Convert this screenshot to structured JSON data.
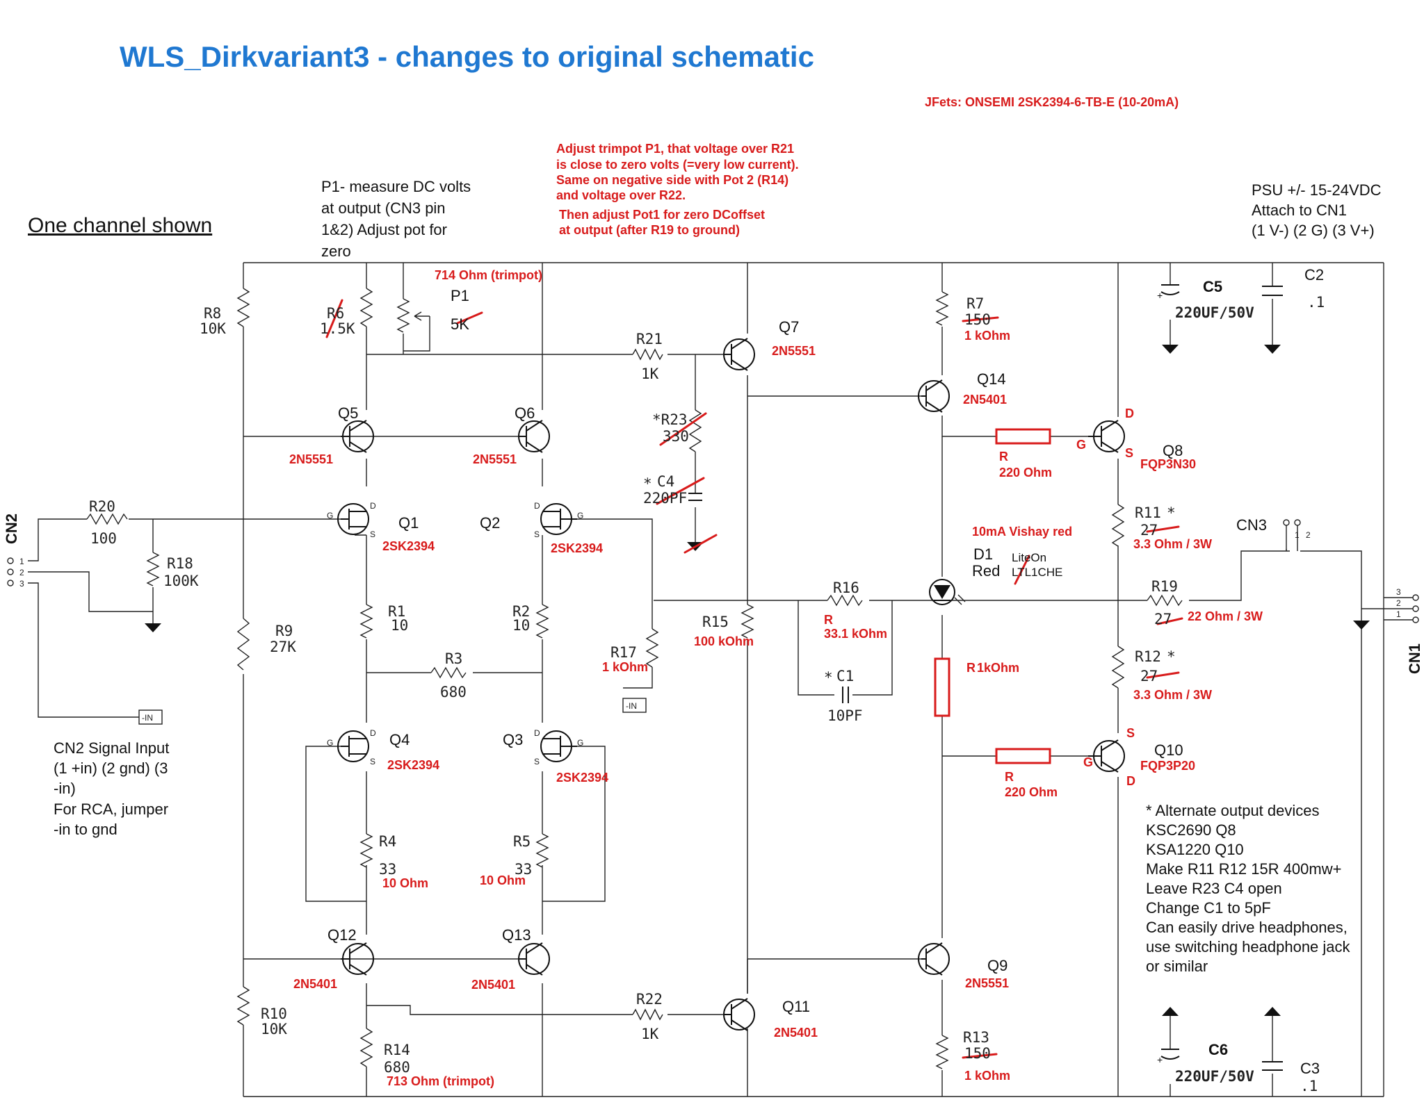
{
  "title": "WLS_Dirkvariant3 - changes to original schematic",
  "jfet_note": "JFets: ONSEMI 2SK2394-6-TB-E (10-20mA)",
  "adjust_note": [
    "Adjust trimpot P1, that voltage over R21",
    "is close to zero volts (=very low current).",
    "Same on negative side with Pot 2 (R14)",
    "and voltage over R22.",
    "Then adjust Pot1 for zero DCoffset",
    "at output (after R19 to ground)"
  ],
  "p1_note": [
    "P1- measure DC volts",
    "at output (CN3 pin",
    "1&2) Adjust pot for",
    "zero"
  ],
  "channel_note": "One channel shown",
  "psu_note": [
    "PSU +/- 15-24VDC",
    "Attach to CN1",
    "(1 V-) (2 G) (3 V+)"
  ],
  "cn2_note": [
    "CN2 Signal Input",
    "(1 +in) (2 gnd) (3",
    "-in)",
    "For RCA, jumper",
    "-in to gnd"
  ],
  "alt_note": [
    "* Alternate output devices",
    "KSC2690 Q8",
    "KSA1220 Q10",
    "Make R11 R12 15R 400mw+",
    "Leave R23 C4 open",
    "Change C1 to 5pF",
    "Can easily drive headphones,",
    "use switching headphone jack",
    "or similar"
  ],
  "connectors": {
    "cn1": "CN1",
    "cn2": "CN2",
    "cn3": "CN3",
    "pin1": "1",
    "pin2": "2",
    "pin3": "3",
    "in_tag": "-IN"
  },
  "components": {
    "r8": {
      "ref": "R8",
      "val": "10K"
    },
    "r6": {
      "ref": "R6",
      "val": "1.5K"
    },
    "p1": {
      "ref": "P1",
      "val": "5K",
      "new": "714 Ohm (trimpot)"
    },
    "r21": {
      "ref": "R21",
      "val": "1K"
    },
    "q7": {
      "ref": "Q7",
      "part": "2N5551"
    },
    "r7": {
      "ref": "R7",
      "val": "150",
      "new": "1 kOhm"
    },
    "q14": {
      "ref": "Q14",
      "part": "2N5401"
    },
    "c5": {
      "ref": "C5",
      "val": "220UF/50V"
    },
    "c2": {
      "ref": "C2",
      "val": ".1"
    },
    "q5": {
      "ref": "Q5",
      "part": "2N5551"
    },
    "q6": {
      "ref": "Q6",
      "part": "2N5551"
    },
    "r23": {
      "ref": "*R23",
      "val": "330"
    },
    "c4": {
      "ref": "C4",
      "star": "*",
      "val": "220PF"
    },
    "q8": {
      "ref": "Q8",
      "part": "FQP3N30"
    },
    "r_q8": {
      "ref": "R",
      "val": "220 Ohm"
    },
    "r20": {
      "ref": "R20",
      "val": "100"
    },
    "r18": {
      "ref": "R18",
      "val": "100K"
    },
    "q1": {
      "ref": "Q1",
      "part": "2SK2394"
    },
    "q2": {
      "ref": "Q2",
      "part": "2SK2394"
    },
    "r11": {
      "ref": "R11",
      "star": "*",
      "val": "27",
      "new": "3.3 Ohm / 3W"
    },
    "d1": {
      "ref": "D1",
      "color": "Red",
      "part": "LiteOn",
      "part2": "LTL1CHE",
      "new": "10mA Vishay red"
    },
    "r16": {
      "ref": "R16",
      "old": "R",
      "new": "33.1 kOhm"
    },
    "r19": {
      "ref": "R19",
      "val": "27",
      "new": "22 Ohm / 3W"
    },
    "r1": {
      "ref": "R1",
      "val": "10"
    },
    "r2": {
      "ref": "R2",
      "val": "10"
    },
    "r9": {
      "ref": "R9",
      "val": "27K"
    },
    "r15": {
      "ref": "R15",
      "new": "100 kOhm"
    },
    "r17": {
      "ref": "R17",
      "new": "1 kOhm"
    },
    "r3": {
      "ref": "R3",
      "val": "680"
    },
    "c1": {
      "ref": "C1",
      "star": "*",
      "val": "10PF"
    },
    "r_1k": {
      "ref": "R",
      "new": "1kOhm"
    },
    "r12": {
      "ref": "R12",
      "star": "*",
      "val": "27",
      "new": "3.3 Ohm / 3W"
    },
    "q4": {
      "ref": "Q4",
      "part": "2SK2394"
    },
    "q3": {
      "ref": "Q3",
      "part": "2SK2394"
    },
    "q10": {
      "ref": "Q10",
      "part": "FQP3P20"
    },
    "r_q10": {
      "ref": "R",
      "val": "220 Ohm"
    },
    "r4": {
      "ref": "R4",
      "val": "33",
      "new": "10 Ohm"
    },
    "r5": {
      "ref": "R5",
      "val": "33",
      "new": "10 Ohm"
    },
    "q12": {
      "ref": "Q12",
      "part": "2N5401"
    },
    "q13": {
      "ref": "Q13",
      "part": "2N5401"
    },
    "q9": {
      "ref": "Q9",
      "part": "2N5551"
    },
    "r10": {
      "ref": "R10",
      "val": "10K"
    },
    "r22": {
      "ref": "R22",
      "val": "1K"
    },
    "q11": {
      "ref": "Q11",
      "part": "2N5401"
    },
    "r14": {
      "ref": "R14",
      "val": "680",
      "new": "713 Ohm (trimpot)"
    },
    "r13": {
      "ref": "R13",
      "val": "150",
      "new": "1 kOhm"
    },
    "c6": {
      "ref": "C6",
      "val": "220UF/50V"
    },
    "c3": {
      "ref": "C3",
      "val": ".1"
    }
  },
  "pins": {
    "d": "D",
    "g": "G",
    "s": "S",
    "plus": "+"
  }
}
